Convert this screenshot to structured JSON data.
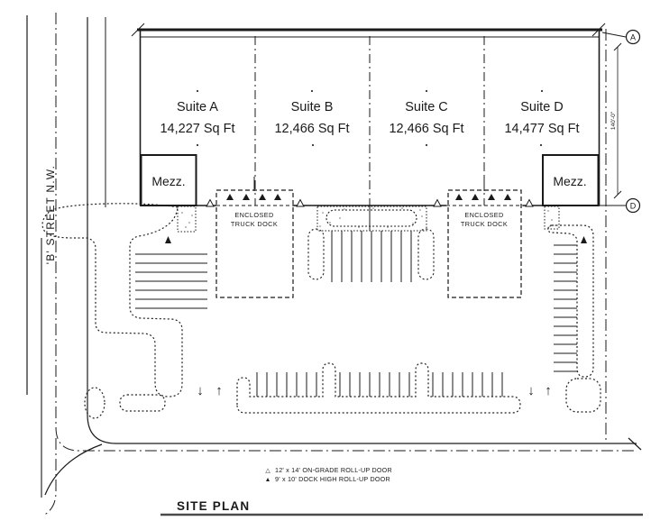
{
  "drawing": {
    "title": "SITE PLAN",
    "street_label": "'B' STREET N.W.",
    "dimension_right": "140'-0\"",
    "mezzanine_label": "Mezz.",
    "truck_dock": {
      "line1": "ENCLOSED",
      "line2": "TRUCK DOCK"
    },
    "grid_markers": [
      "A",
      "D"
    ],
    "suites": [
      {
        "name": "Suite A",
        "area": "14,227 Sq Ft"
      },
      {
        "name": "Suite B",
        "area": "12,466 Sq Ft"
      },
      {
        "name": "Suite C",
        "area": "12,466 Sq Ft"
      },
      {
        "name": "Suite D",
        "area": "14,477 Sq Ft"
      }
    ],
    "legend": [
      {
        "symbol": "△",
        "text": "12' x 14' ON-GRADE ROLL-UP DOOR"
      },
      {
        "symbol": "▲",
        "text": "9' x 10' DOCK HIGH ROLL-UP DOOR"
      }
    ],
    "arrows": {
      "down": "↓",
      "up": "↑"
    },
    "colors": {
      "ink": "#1a1a1a",
      "paper": "#ffffff"
    }
  }
}
